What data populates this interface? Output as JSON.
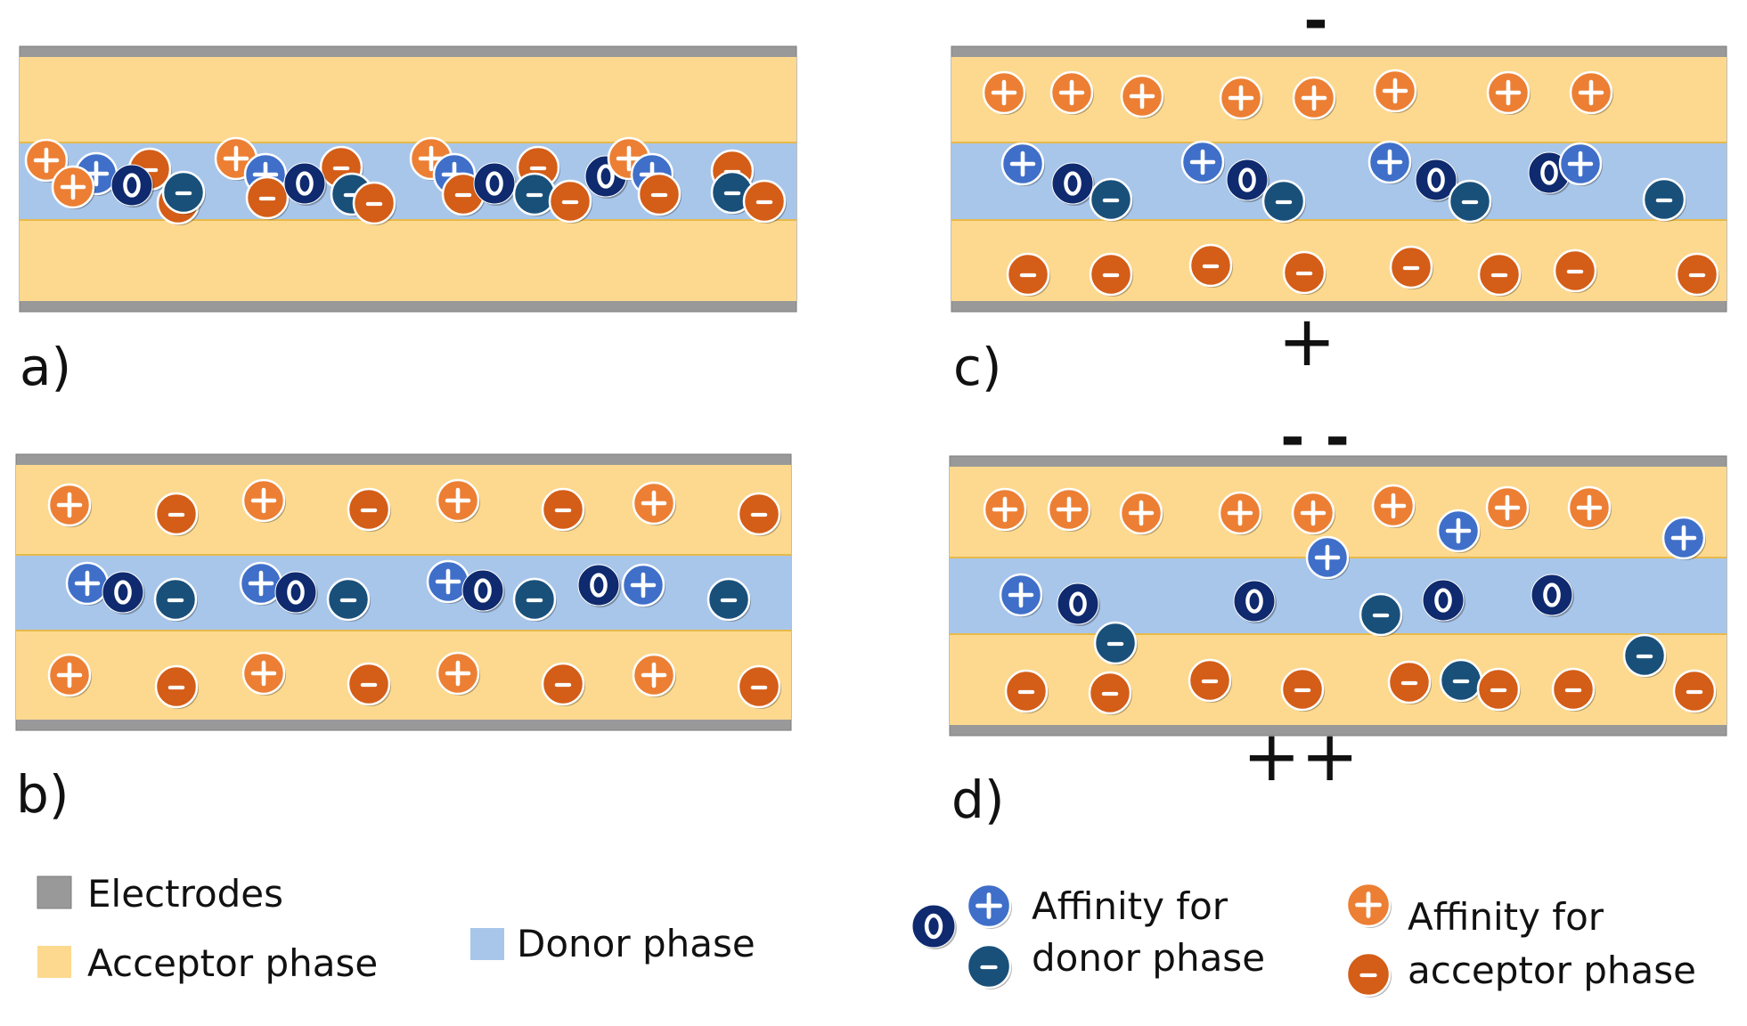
{
  "colors": {
    "electrode": "#999999",
    "electrode_edge": "#7d7d7d",
    "acceptor_phase": "#fcd98f",
    "donor_phase": "#a8c6ea",
    "border_line": "#e7b94a",
    "acceptor_plus": "#ec7f33",
    "acceptor_minus": "#d45d17",
    "donor_plus": "#3f6fc9",
    "donor_zero": "#0f2a6e",
    "donor_minus": "#19507a",
    "text": "#111111"
  },
  "panels": [
    {
      "id": "a",
      "label": "a)",
      "top_sign": "",
      "bottom_sign": ""
    },
    {
      "id": "b",
      "label": "b)",
      "top_sign": "",
      "bottom_sign": ""
    },
    {
      "id": "c",
      "label": "c)",
      "top_sign": "-",
      "bottom_sign": "+"
    },
    {
      "id": "d",
      "label": "d)",
      "top_sign": "- -",
      "bottom_sign": "++"
    }
  ],
  "legend": {
    "electrodes": "Electrodes",
    "acceptor_phase": "Acceptor phase",
    "donor_phase": "Donor phase",
    "donor_affinity_line1": "Affinity for",
    "donor_affinity_line2": "donor phase",
    "acceptor_affinity_line1": "Affinity for",
    "acceptor_affinity_line2": "acceptor phase"
  }
}
